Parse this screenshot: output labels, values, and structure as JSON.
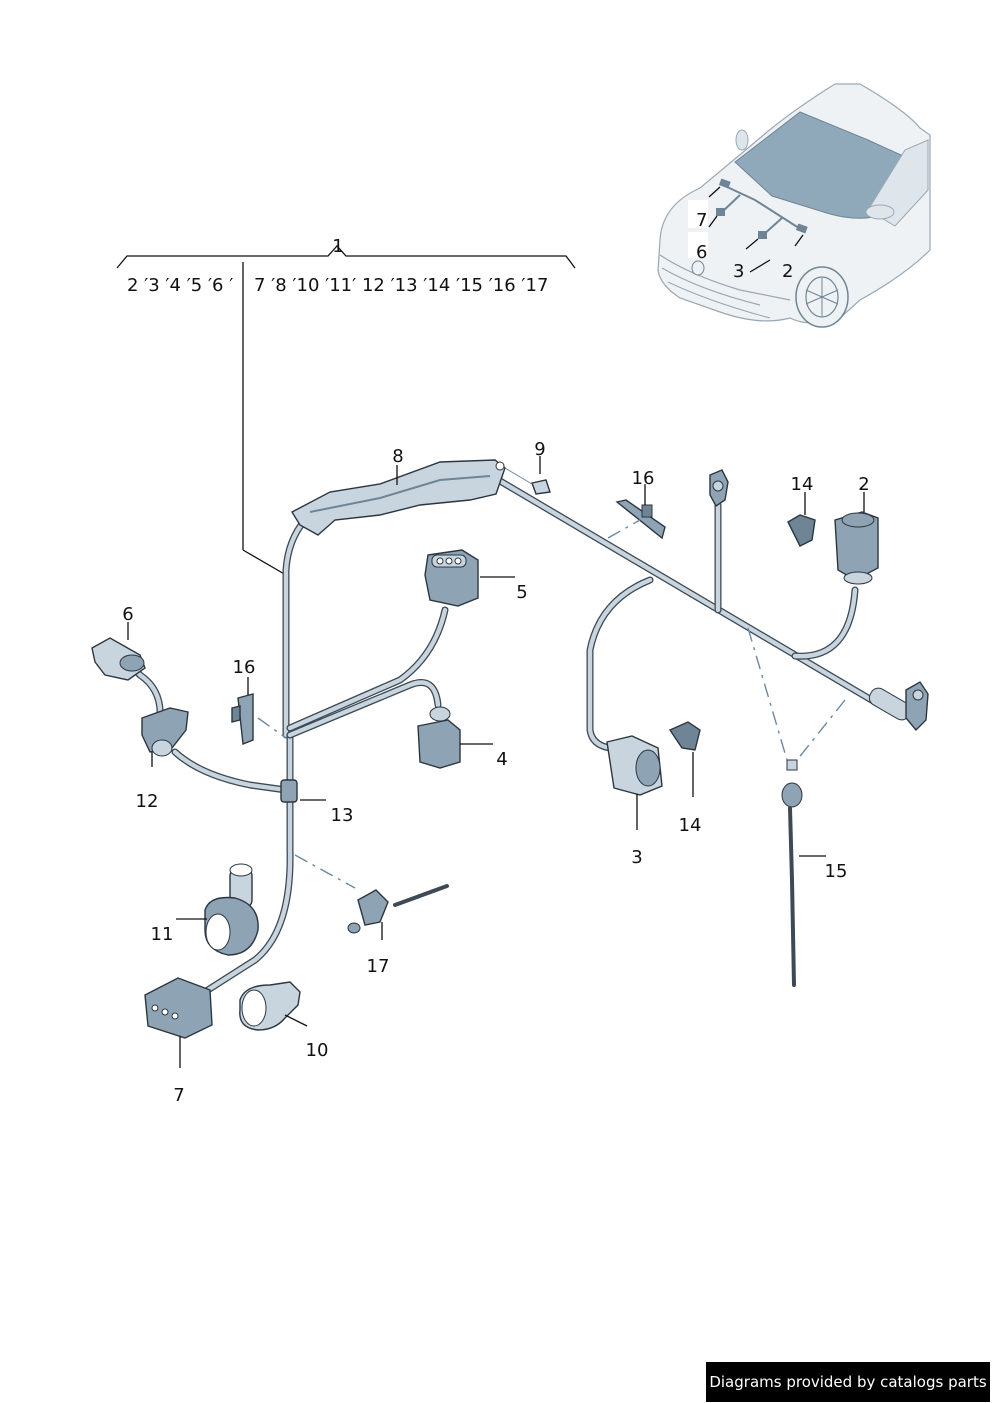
{
  "title_callout": "1",
  "assembly_includes": {
    "left_group": [
      "2",
      "3",
      "4",
      "5",
      "6"
    ],
    "right_group": [
      "7",
      "8",
      "10",
      "11",
      "12",
      "13",
      "14",
      "15",
      "16",
      "17"
    ],
    "left_text": "2 ′3 ′4 ′5 ′6 ′",
    "right_text": "7 ′8 ′10 ′11′ 12 ′13 ′14 ′15 ′16 ′17"
  },
  "inset_vehicle": {
    "callouts": [
      "7",
      "6",
      "3",
      "2"
    ]
  },
  "callouts": [
    {
      "id": "2",
      "part": "connector-housing"
    },
    {
      "id": "3",
      "part": "round-connector"
    },
    {
      "id": "4",
      "part": "connector"
    },
    {
      "id": "5",
      "part": "connector-housing"
    },
    {
      "id": "6",
      "part": "connector"
    },
    {
      "id": "7",
      "part": "connector-housing"
    },
    {
      "id": "8",
      "part": "wire-guide"
    },
    {
      "id": "9",
      "part": "clip"
    },
    {
      "id": "10",
      "part": "grommet"
    },
    {
      "id": "11",
      "part": "bend-sleeve"
    },
    {
      "id": "12",
      "part": "holder"
    },
    {
      "id": "13",
      "part": "junction-sleeve"
    },
    {
      "id": "14",
      "part": "clip"
    },
    {
      "id": "14b",
      "label": "14",
      "part": "clip"
    },
    {
      "id": "15",
      "part": "cable-tie"
    },
    {
      "id": "16",
      "part": "bracket"
    },
    {
      "id": "16b",
      "label": "16",
      "part": "bracket"
    },
    {
      "id": "17",
      "part": "cable-tie-clip"
    }
  ],
  "labels": {
    "c2": "2",
    "c3": "3",
    "c4": "4",
    "c5": "5",
    "c6": "6",
    "c7": "7",
    "c8": "8",
    "c9": "9",
    "c10": "10",
    "c11": "11",
    "c12": "12",
    "c13": "13",
    "c14a": "14",
    "c14b": "14",
    "c15": "15",
    "c16a": "16",
    "c16b": "16",
    "c17": "17",
    "inset7": "7",
    "inset6": "6",
    "inset3": "3",
    "inset2": "2"
  },
  "footer": {
    "text": "Diagrams provided by catalogs parts",
    "background": "#000000",
    "color": "#ffffff"
  }
}
